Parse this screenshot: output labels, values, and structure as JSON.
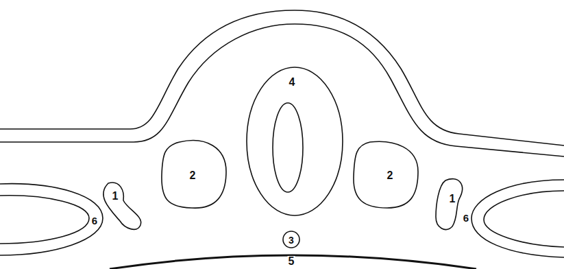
{
  "diagram": {
    "labels": [
      "4",
      "2",
      "2",
      "1",
      "1",
      "6",
      "6",
      "3",
      "5"
    ]
  }
}
